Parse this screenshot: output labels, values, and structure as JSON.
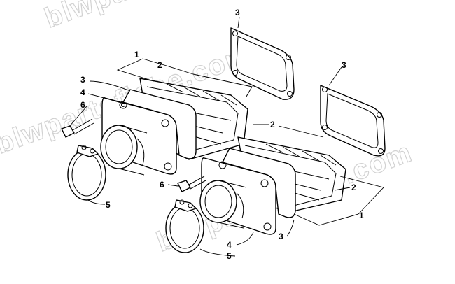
{
  "watermark": "blwpartsfiche.com",
  "callouts": [
    {
      "id": "c1a",
      "label": "1"
    },
    {
      "id": "c2a",
      "label": "2"
    },
    {
      "id": "c3a",
      "label": "3"
    },
    {
      "id": "c3b",
      "label": "3"
    },
    {
      "id": "c4a",
      "label": "4"
    },
    {
      "id": "c6a",
      "label": "6"
    },
    {
      "id": "c3c",
      "label": "3"
    },
    {
      "id": "c2b",
      "label": "2"
    },
    {
      "id": "c5a",
      "label": "5"
    },
    {
      "id": "c6b",
      "label": "6"
    },
    {
      "id": "c2c",
      "label": "2"
    },
    {
      "id": "c1b",
      "label": "1"
    },
    {
      "id": "c3d",
      "label": "3"
    },
    {
      "id": "c4b",
      "label": "4"
    },
    {
      "id": "c5b",
      "label": "5"
    }
  ]
}
